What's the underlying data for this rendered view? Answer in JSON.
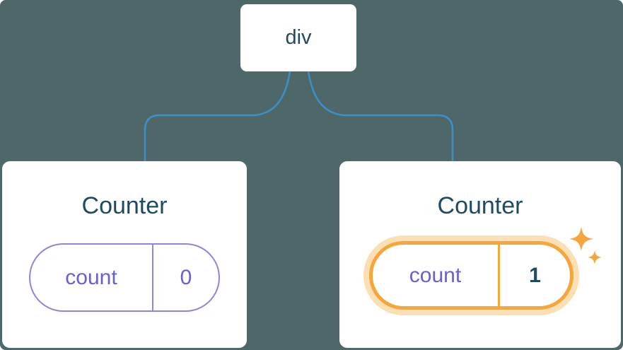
{
  "diagram": {
    "root": {
      "label": "div"
    },
    "children": [
      {
        "title": "Counter",
        "state": {
          "key": "count",
          "value": "0"
        },
        "highlighted": false
      },
      {
        "title": "Counter",
        "state": {
          "key": "count",
          "value": "1"
        },
        "highlighted": true
      }
    ]
  },
  "icons": {
    "sparkle": "✦"
  },
  "colors": {
    "background": "#4e686a",
    "card_background": "#ffffff",
    "heading_text": "#1e4a63",
    "state_text": "#6a5fd1",
    "pill_border": "#8c86dd",
    "connector_line": "#3d8fc9",
    "highlight_orange": "#f5a73b",
    "highlight_glow": "#f9c574"
  }
}
